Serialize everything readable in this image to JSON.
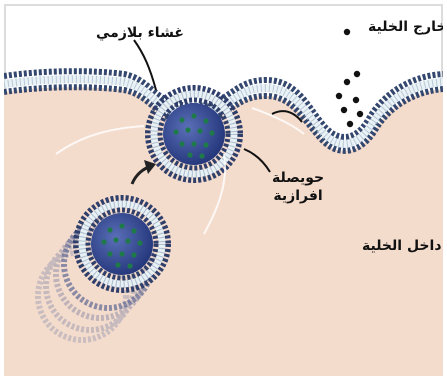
{
  "labels": {
    "plasma_membrane": "غشاء بلازمي",
    "outside_cell": "خارج الخلية",
    "inside_cell": "داخل الخلية",
    "secretory_vesicle_line1": "حويصلة",
    "secretory_vesicle_line2": "افرازية"
  },
  "colors": {
    "outside_bg": "#ffffff",
    "cytoplasm": "#f4dccd",
    "membrane_head": "#34486f",
    "membrane_tail": "#eaf3f8",
    "vesicle_fill": "#2a3f86",
    "particle": "#1f7a4a",
    "secreted_particle": "#111111",
    "arrow": "#222222"
  }
}
